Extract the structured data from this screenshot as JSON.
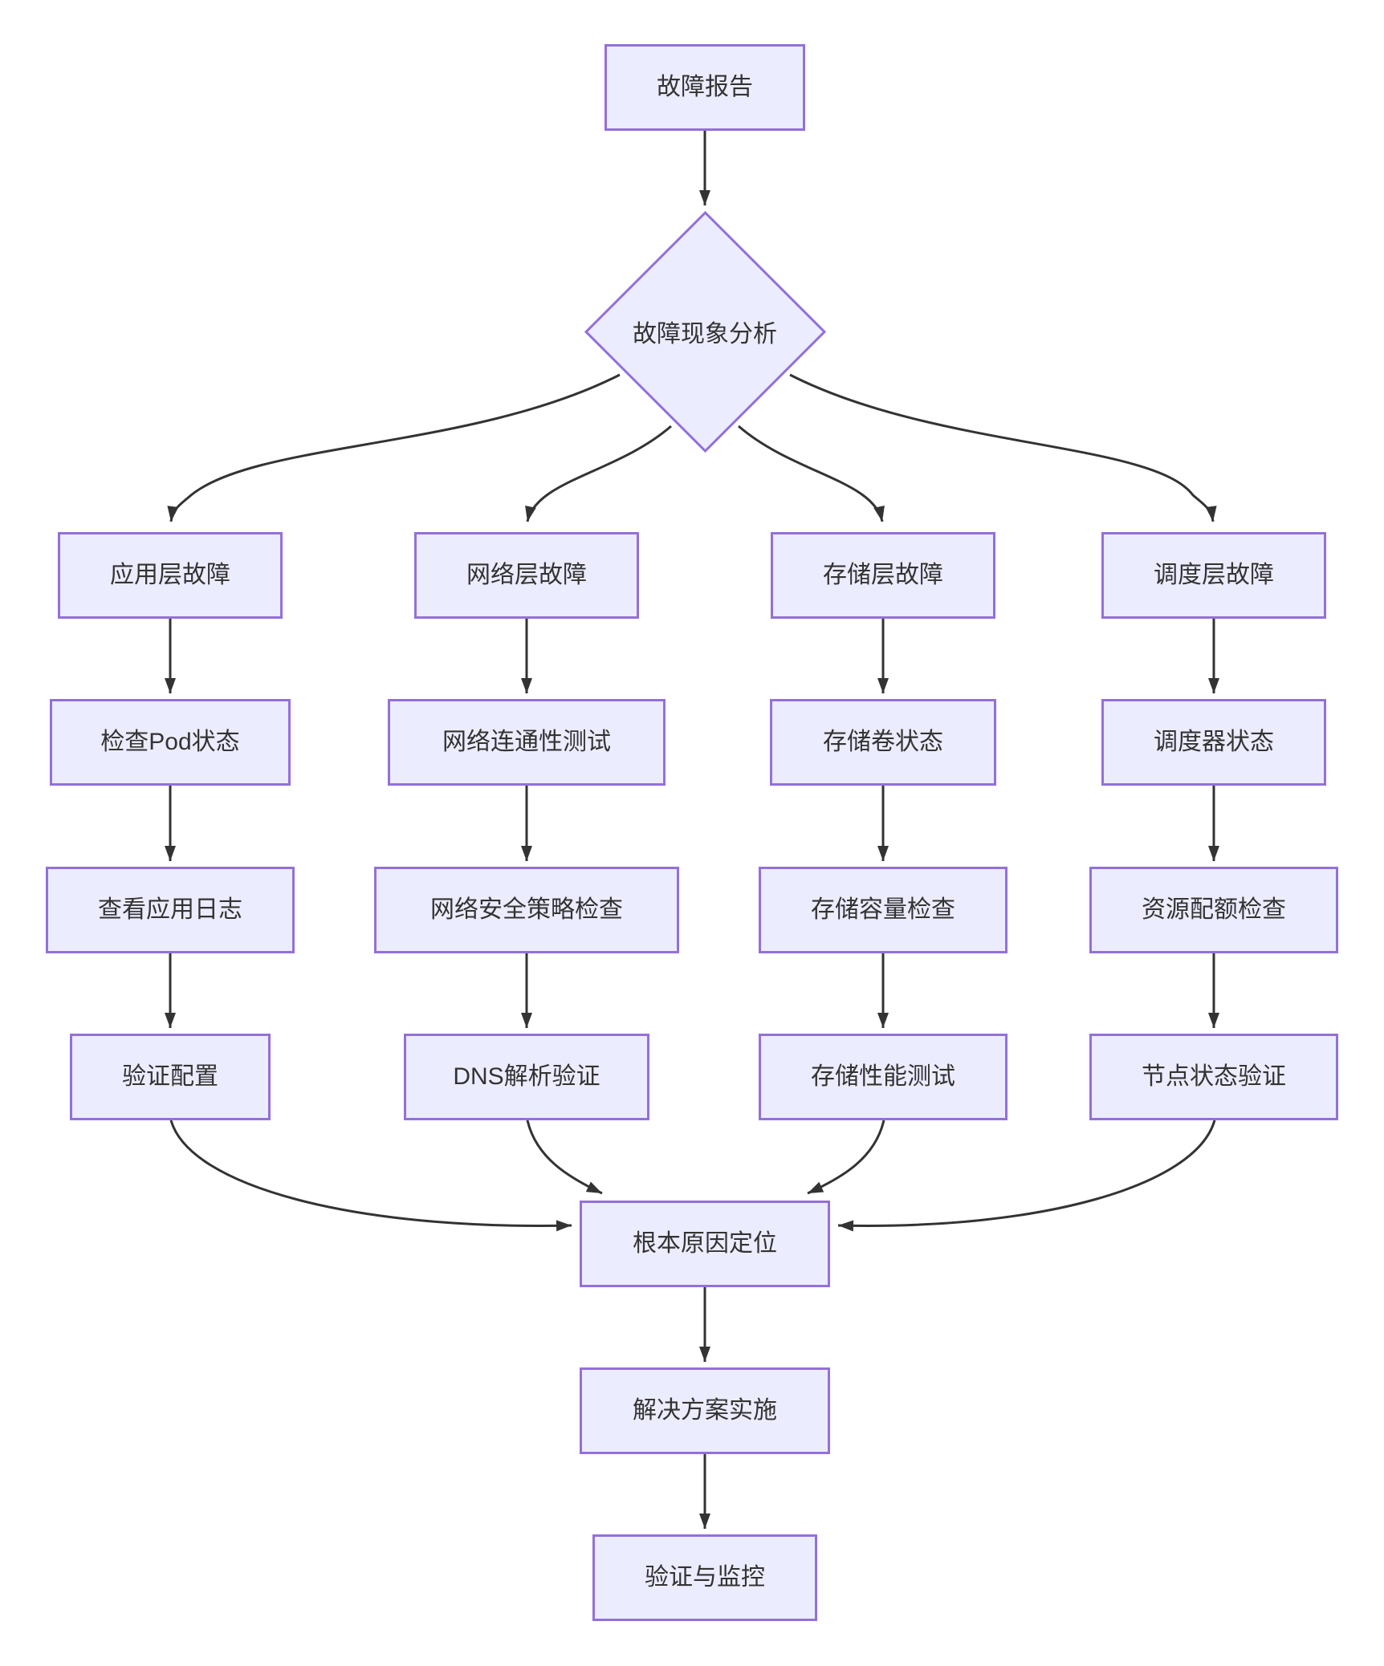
{
  "diagram": {
    "type": "flowchart",
    "direction": "top-down",
    "colors": {
      "node_fill": "#ECECFF",
      "node_border": "#9370DB",
      "edge": "#333333",
      "text": "#333333",
      "background": "#FFFFFF"
    },
    "nodes": {
      "fault_report": {
        "label": "故障报告",
        "shape": "rect"
      },
      "phenomenon_analysis": {
        "label": "故障现象分析",
        "shape": "diamond"
      },
      "app_layer": {
        "label": "应用层故障",
        "shape": "rect"
      },
      "check_pod": {
        "label": "检查Pod状态",
        "shape": "rect"
      },
      "view_logs": {
        "label": "查看应用日志",
        "shape": "rect"
      },
      "verify_config": {
        "label": "验证配置",
        "shape": "rect"
      },
      "network_layer": {
        "label": "网络层故障",
        "shape": "rect"
      },
      "net_test": {
        "label": "网络连通性测试",
        "shape": "rect"
      },
      "net_policy": {
        "label": "网络安全策略检查",
        "shape": "rect"
      },
      "dns_verify": {
        "label": "DNS解析验证",
        "shape": "rect"
      },
      "storage_layer": {
        "label": "存储层故障",
        "shape": "rect"
      },
      "volume_status": {
        "label": "存储卷状态",
        "shape": "rect"
      },
      "capacity_check": {
        "label": "存储容量检查",
        "shape": "rect"
      },
      "perf_test": {
        "label": "存储性能测试",
        "shape": "rect"
      },
      "sched_layer": {
        "label": "调度层故障",
        "shape": "rect"
      },
      "scheduler_status": {
        "label": "调度器状态",
        "shape": "rect"
      },
      "quota_check": {
        "label": "资源配额检查",
        "shape": "rect"
      },
      "node_verify": {
        "label": "节点状态验证",
        "shape": "rect"
      },
      "root_cause": {
        "label": "根本原因定位",
        "shape": "rect"
      },
      "solution": {
        "label": "解决方案实施",
        "shape": "rect"
      },
      "verify_monitor": {
        "label": "验证与监控",
        "shape": "rect"
      }
    },
    "edges": [
      {
        "from": "fault_report",
        "to": "phenomenon_analysis"
      },
      {
        "from": "phenomenon_analysis",
        "to": "app_layer"
      },
      {
        "from": "phenomenon_analysis",
        "to": "network_layer"
      },
      {
        "from": "phenomenon_analysis",
        "to": "storage_layer"
      },
      {
        "from": "phenomenon_analysis",
        "to": "sched_layer"
      },
      {
        "from": "app_layer",
        "to": "check_pod"
      },
      {
        "from": "check_pod",
        "to": "view_logs"
      },
      {
        "from": "view_logs",
        "to": "verify_config"
      },
      {
        "from": "network_layer",
        "to": "net_test"
      },
      {
        "from": "net_test",
        "to": "net_policy"
      },
      {
        "from": "net_policy",
        "to": "dns_verify"
      },
      {
        "from": "storage_layer",
        "to": "volume_status"
      },
      {
        "from": "volume_status",
        "to": "capacity_check"
      },
      {
        "from": "capacity_check",
        "to": "perf_test"
      },
      {
        "from": "sched_layer",
        "to": "scheduler_status"
      },
      {
        "from": "scheduler_status",
        "to": "quota_check"
      },
      {
        "from": "quota_check",
        "to": "node_verify"
      },
      {
        "from": "verify_config",
        "to": "root_cause"
      },
      {
        "from": "dns_verify",
        "to": "root_cause"
      },
      {
        "from": "perf_test",
        "to": "root_cause"
      },
      {
        "from": "node_verify",
        "to": "root_cause"
      },
      {
        "from": "root_cause",
        "to": "solution"
      },
      {
        "from": "solution",
        "to": "verify_monitor"
      }
    ]
  }
}
